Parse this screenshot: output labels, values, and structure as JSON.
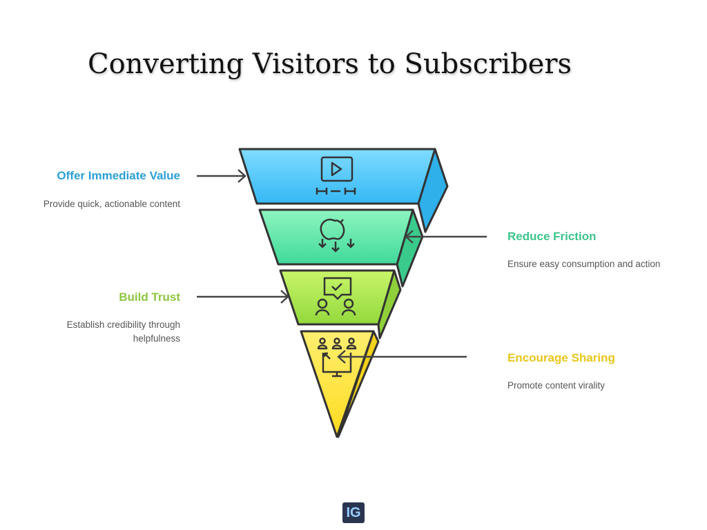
{
  "title": "Converting Visitors to Subscribers",
  "steps": [
    {
      "heading": "Offer Immediate Value",
      "description": "Provide quick, actionable content",
      "color": "#2a9fd6",
      "icon": "video-timeline-icon"
    },
    {
      "heading": "Reduce Friction",
      "description": "Ensure easy consumption and action",
      "color": "#3cc48a",
      "icon": "apple-arrows-icon"
    },
    {
      "heading": "Build Trust",
      "description": "Establish credibility through helpfulness",
      "color": "#8cc63f",
      "icon": "people-approval-icon"
    },
    {
      "heading": "Encourage Sharing",
      "description": "Promote content virality",
      "color": "#e8c619",
      "icon": "share-screen-icon"
    }
  ],
  "logo": "IG"
}
